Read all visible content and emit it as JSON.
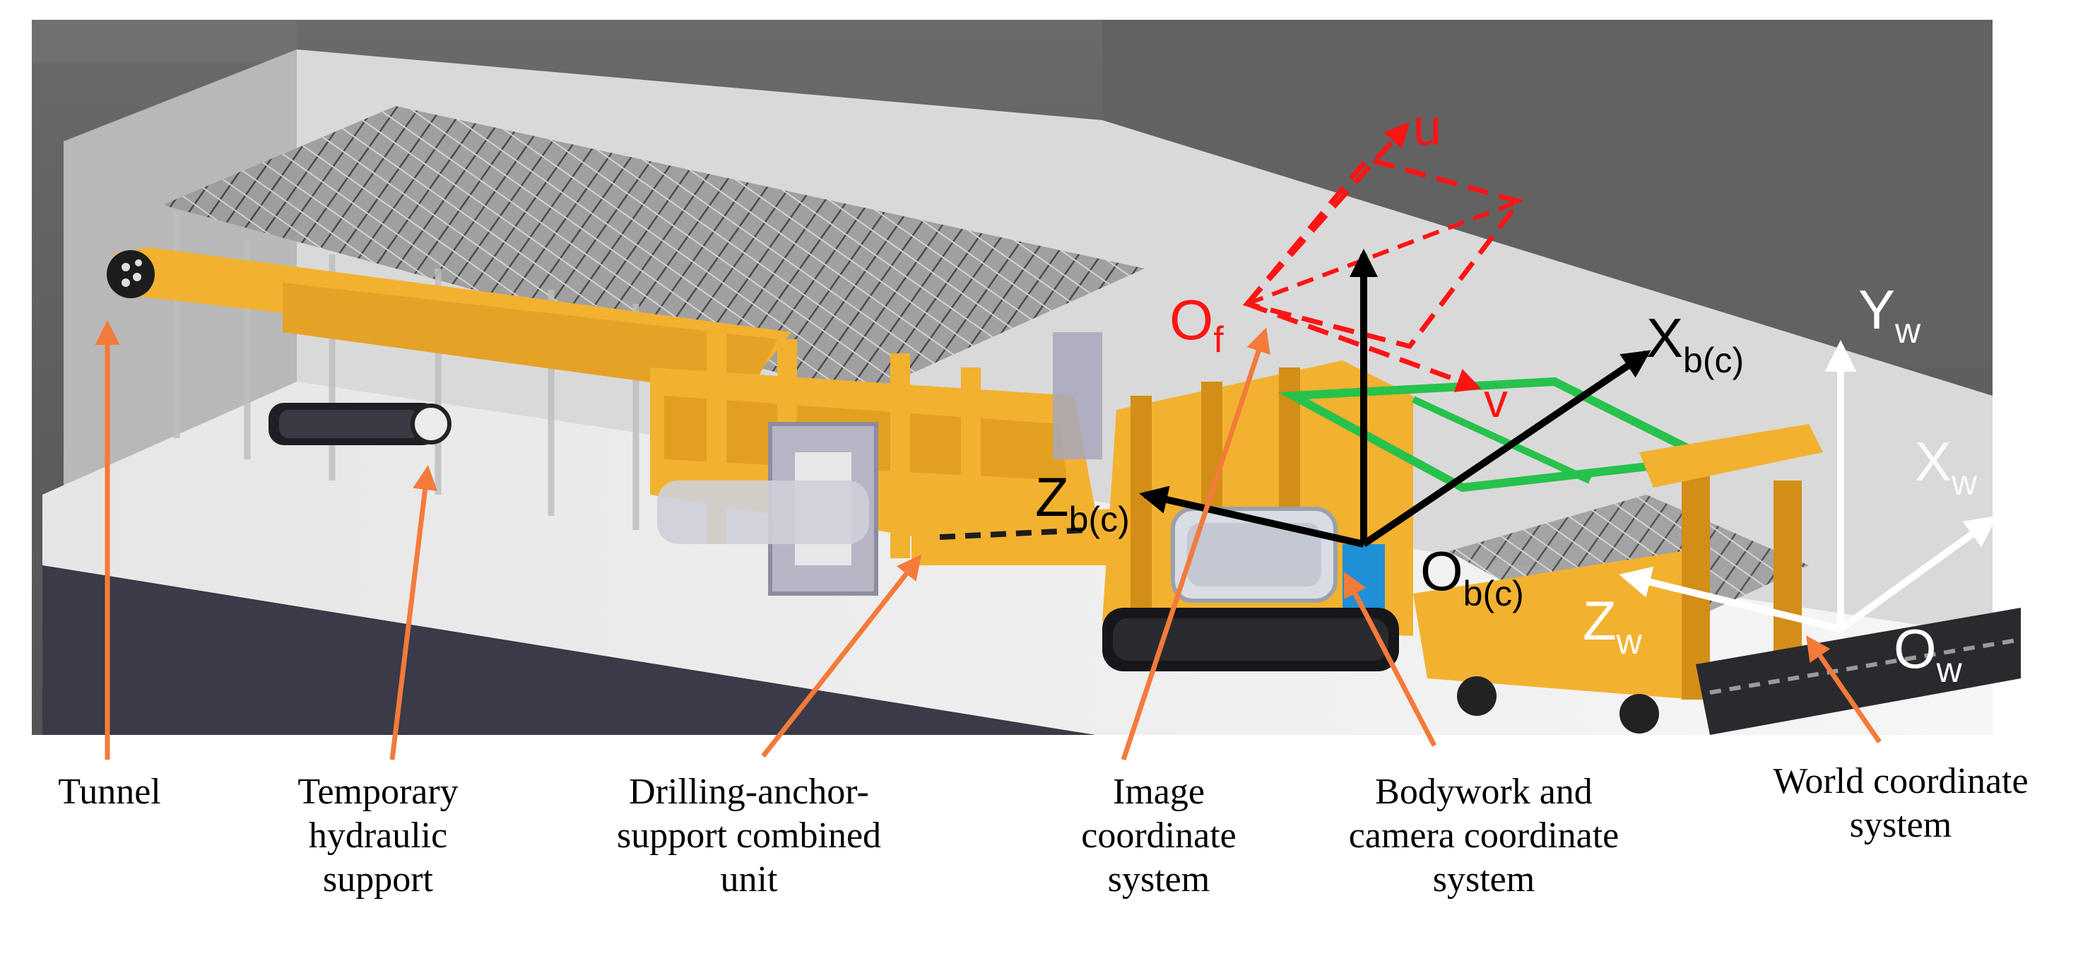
{
  "scene": {
    "colors": {
      "scene_dark": "#5e5e5e",
      "scene_mid": "#8a8a8a",
      "tunnel_floor": "#eeeeee",
      "machine_yellow": "#f2b230",
      "machine_dark_yellow": "#d28e16",
      "image_axis": "#ff1414",
      "body_axis": "#000000",
      "world_axis": "#ffffff",
      "callout_orange": "#f47b3a",
      "green_accent": "#27c24c",
      "camera_blue": "#1f8fd6"
    },
    "icons": [
      "roadheader-cutter-head-icon",
      "crawler-track-icon"
    ]
  },
  "axes": {
    "image": {
      "origin": "O",
      "origin_sub": "f",
      "u": "u",
      "v": "v"
    },
    "body": {
      "x": "X",
      "x_sub": "b(c)",
      "z": "Z",
      "z_sub": "b(c)",
      "origin": "O",
      "origin_sub": "b(c)"
    },
    "world": {
      "y": "Y",
      "y_sub": "w",
      "x": "X",
      "x_sub": "w",
      "z": "Z",
      "z_sub": "w",
      "origin": "O",
      "origin_sub": "w"
    }
  },
  "labels": {
    "tunnel": [
      "Tunnel"
    ],
    "temporary_support": [
      "Temporary",
      "hydraulic",
      "support"
    ],
    "drilling_unit": [
      "Drilling-anchor-",
      "support combined",
      "unit"
    ],
    "image_cs": [
      "Image",
      "coordinate",
      "system"
    ],
    "bodywork_cs": [
      "Bodywork and",
      "camera coordinate",
      "system"
    ],
    "world_cs": [
      "World coordinate",
      "system"
    ]
  }
}
